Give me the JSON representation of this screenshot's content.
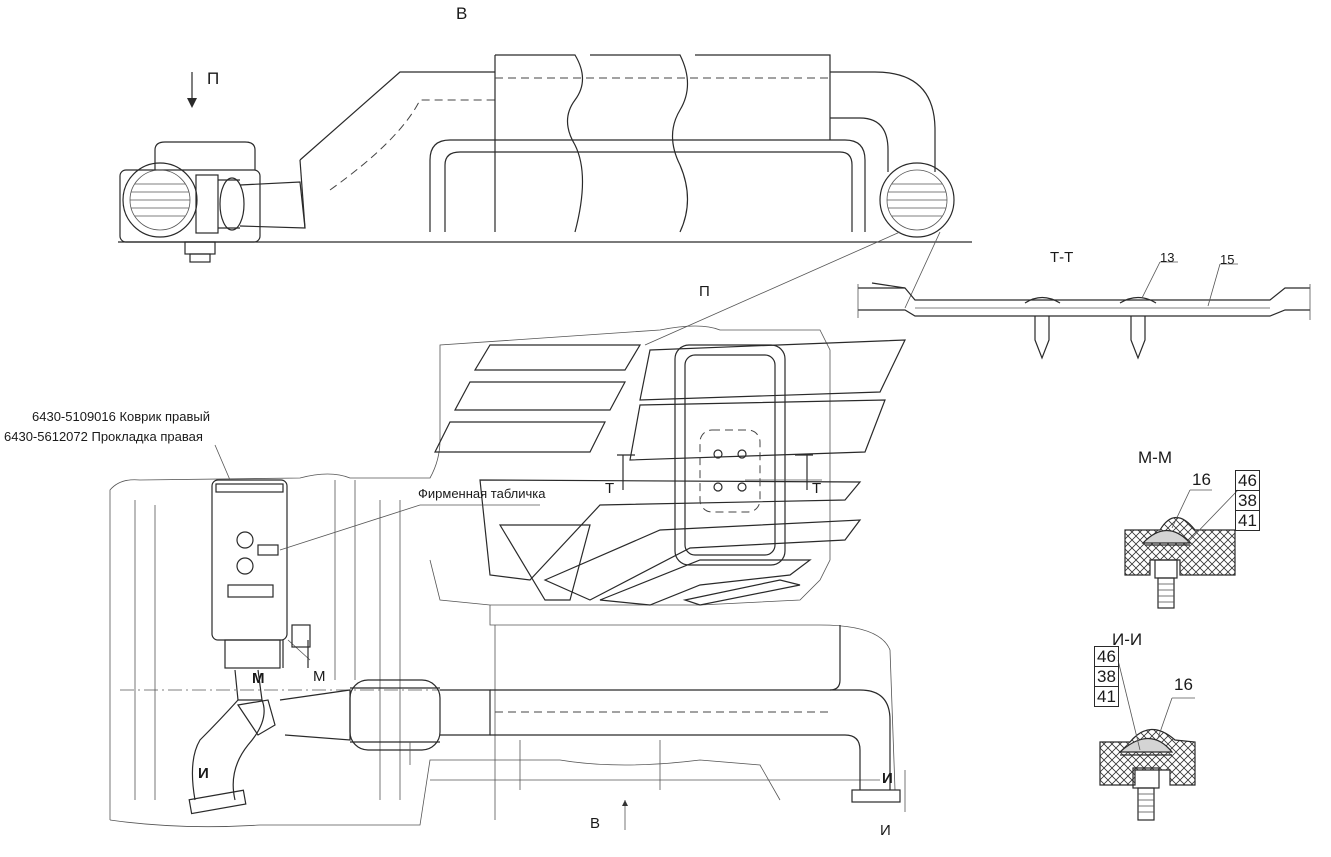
{
  "views": {
    "top_view_label": "В",
    "arrow_p_label": "П",
    "center_p_label": "П",
    "bottom_b_label": "В"
  },
  "callouts": {
    "mat_right": "6430-5109016 Коврик правый",
    "gasket_right": "6430-5612072 Прокладка правая",
    "nameplate": "Фирменная табличка"
  },
  "sections": {
    "tt": {
      "title": "Т-Т",
      "left_mark": "Т",
      "right_mark": "Т",
      "pos_a": "13",
      "pos_b": "15"
    },
    "mm": {
      "title": "М-М",
      "pos_top": "16",
      "stack": [
        "46",
        "38",
        "41"
      ],
      "mark_a": "М",
      "mark_b": "М"
    },
    "ii": {
      "title": "И-И",
      "pos_top": "16",
      "stack": [
        "46",
        "38",
        "41"
      ],
      "mark_left": "И",
      "mark_right_top": "И",
      "mark_right_bottom": "И"
    }
  }
}
